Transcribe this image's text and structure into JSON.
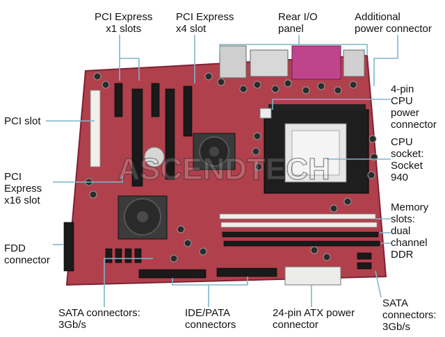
{
  "watermark": "ASCENDTECH",
  "colors": {
    "board": "#b0404c",
    "board_dark": "#7d2233",
    "board_light": "#c9616c",
    "leader": "#7fb6c9",
    "text": "#111111",
    "slot_black": "#1a1a1a",
    "slot_white": "#eeeeea",
    "port_magenta": "#c0448c"
  },
  "icons": {
    "cpu_socket": "socket-icon",
    "heatsink": "heatsink-fan-icon",
    "capacitor": "capacitor-icon"
  },
  "labels": {
    "pcie_x1": [
      "PCI Express",
      "x1 slots"
    ],
    "pcie_x4": [
      "PCI Express",
      "x4 slot"
    ],
    "rear_io": [
      "Rear I/O",
      "panel"
    ],
    "additional_power": [
      "Additional",
      "power connector"
    ],
    "cpu_power": [
      "4-pin",
      "CPU",
      "power",
      "connector"
    ],
    "cpu_socket": [
      "CPU",
      "socket:",
      "Socket",
      "940"
    ],
    "memory": [
      "Memory",
      "slots:",
      "dual",
      "channel",
      "DDR"
    ],
    "sata_right": [
      "SATA",
      "connectors:",
      "3Gb/s"
    ],
    "atx_power": [
      "24-pin ATX power",
      "connector"
    ],
    "ide": [
      "IDE/PATA",
      "connectors"
    ],
    "sata_left": [
      "SATA connectors:",
      "3Gb/s"
    ],
    "fdd": [
      "FDD",
      "connector"
    ],
    "pcie_x16": [
      "PCI",
      "Express",
      "x16 slot"
    ],
    "pci": [
      "PCI slot"
    ]
  }
}
